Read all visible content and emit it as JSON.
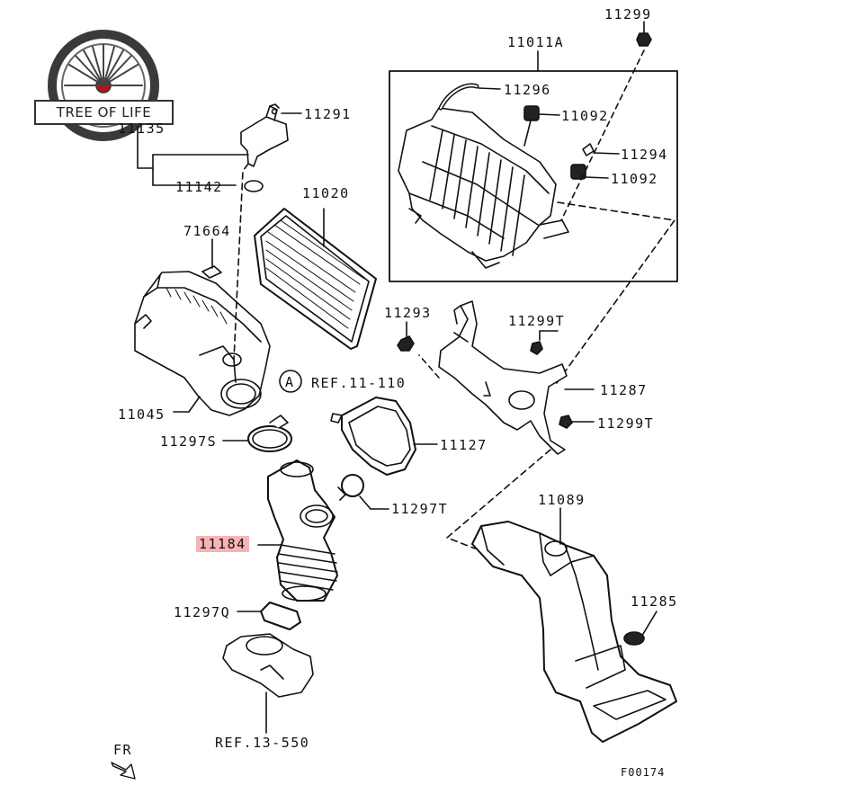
{
  "brand": {
    "name": "TREE OF LIFE"
  },
  "diagram": {
    "code": "F00174",
    "direction": "FR",
    "labels": {
      "p11299": "11299",
      "p11011A": "11011A",
      "p11296": "11296",
      "p11092a": "11092",
      "p11294": "11294",
      "p11092b": "11092",
      "p11291": "11291",
      "p11135": "11135",
      "p11142": "11142",
      "p11020": "11020",
      "p71664": "71664",
      "p11293": "11293",
      "p11299T_a": "11299T",
      "p11287": "11287",
      "p11299T_b": "11299T",
      "ref_11_110": "REF.11-110",
      "refA": "A",
      "p11045": "11045",
      "p11297S": "11297S",
      "p11127": "11127",
      "p11297T": "11297T",
      "p11089": "11089",
      "p11184": "11184",
      "p11285": "11285",
      "p11297Q": "11297Q",
      "ref_13_550": "REF.13-550"
    }
  }
}
